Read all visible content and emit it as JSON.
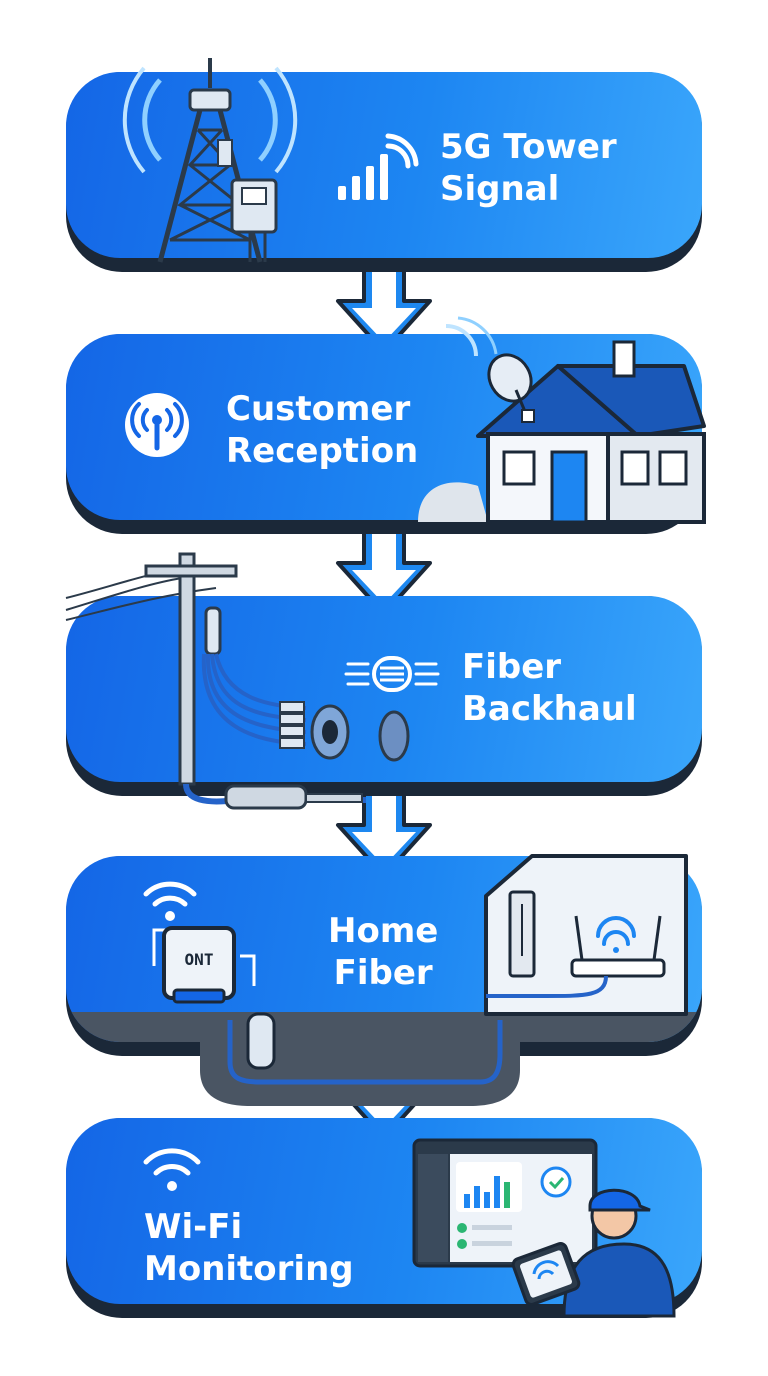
{
  "steps": [
    {
      "label": "5G Tower\nSignal",
      "icon": "signal-bars-icon"
    },
    {
      "label": "Customer\nReception",
      "icon": "antenna-broadcast-icon"
    },
    {
      "label": "Fiber\nBackhaul",
      "icon": "fiber-cable-icon"
    },
    {
      "label": "Home\nFiber",
      "icon": "wifi-icon",
      "device_label": "ONT"
    },
    {
      "label": "Wi-Fi\nMonitoring",
      "icon": "wifi-icon"
    }
  ],
  "colors": {
    "panel": "#1d86f2",
    "panel_dark": "#1466e6",
    "outline": "#1b2838",
    "arrow": "#1e88f0",
    "white": "#ffffff"
  }
}
